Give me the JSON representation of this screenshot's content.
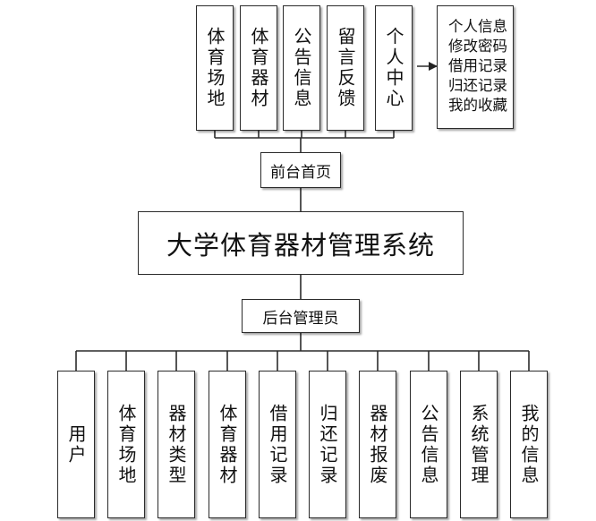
{
  "title": "大学体育器材管理系统",
  "front": {
    "label": "前台首页",
    "modules": [
      "体育场地",
      "体育器材",
      "公告信息",
      "留言反馈",
      "个人中心"
    ],
    "personal_center_items": [
      "个人信息",
      "修改密码",
      "借用记录",
      "归还记录",
      "我的收藏"
    ]
  },
  "back": {
    "label": "后台管理员",
    "modules": [
      "用户",
      "体育场地",
      "器材类型",
      "体育器材",
      "借用记录",
      "归还记录",
      "器材报废",
      "公告信息",
      "系统管理",
      "我的信息"
    ]
  }
}
